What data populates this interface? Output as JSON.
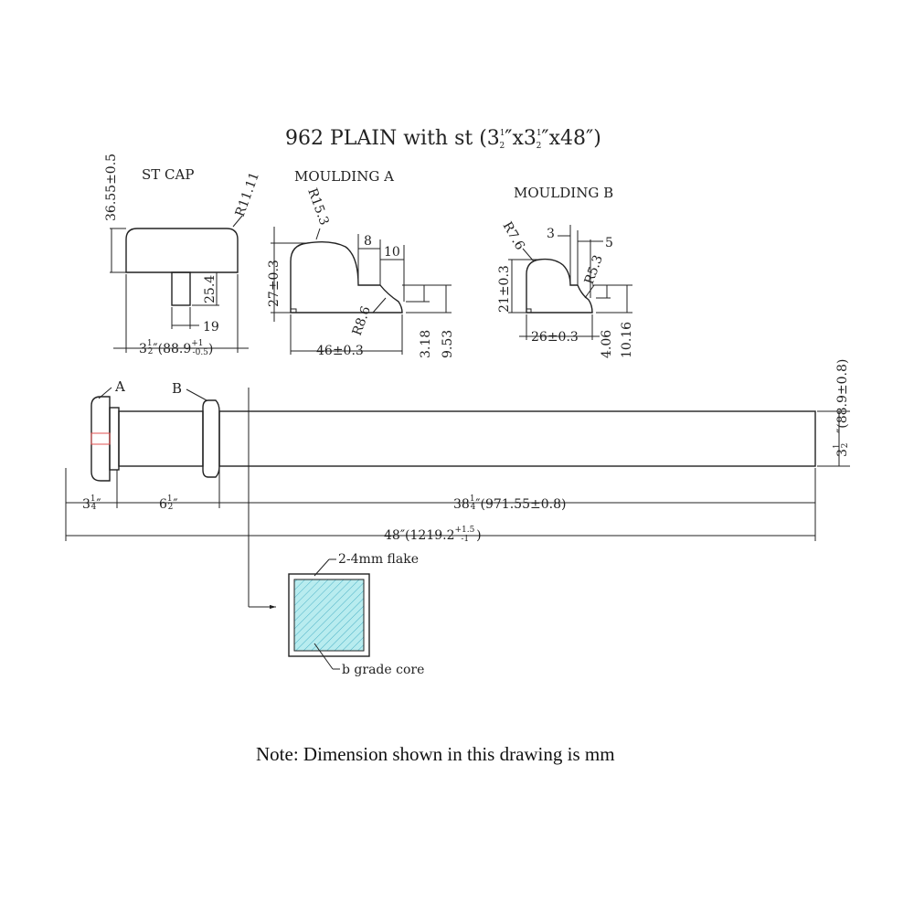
{
  "title": {
    "main": "962 PLAIN with st (3",
    "frac1": "1",
    "frac2": "2",
    "mid": "″x3",
    "end": "″x48″)"
  },
  "st_cap": {
    "label": "ST CAP",
    "height_dim": "36.55±0.5",
    "radius": "R11.11",
    "pin_height": "25.4",
    "pin_width": "19",
    "width_whole": "3",
    "width_frac_num": "1",
    "width_frac_den": "2",
    "width_mm": "″(88.9",
    "tol_plus": "+1",
    "tol_minus": "-0.5",
    "width_close": ")"
  },
  "moulding_a": {
    "label": "MOULDING A",
    "radius_top": "R15.3",
    "height": "27±0.3",
    "dim_8": "8",
    "dim_10": "10",
    "radius_cove": "R8.6",
    "width": "46±0.3",
    "dim_318": "3.18",
    "dim_953": "9.53"
  },
  "moulding_b": {
    "label": "MOULDING B",
    "radius_top": "R7.6",
    "dim_3": "3",
    "dim_5": "5",
    "radius_cove": "R5.3",
    "height": "21±0.3",
    "width": "26±0.3",
    "dim_406": "4.06",
    "dim_1016": "10.16"
  },
  "post": {
    "marker_a": "A",
    "marker_b": "B",
    "height_whole": "3",
    "height_frac": "1",
    "height_den": "2",
    "height_mm": "″(88.9±0.8)",
    "dim1_whole": "3",
    "dim1_num": "1",
    "dim1_den": "4",
    "dim1_unit": "″",
    "dim2_whole": "6",
    "dim2_num": "1",
    "dim2_den": "2",
    "dim2_unit": "″",
    "dim3_whole": "38",
    "dim3_num": "1",
    "dim3_den": "4",
    "dim3_rest": "″(971.55±0.8)",
    "total_main": "48″(1219.2",
    "total_plus": "+1.5",
    "total_minus": "-1",
    "total_close": ")"
  },
  "section": {
    "flake": "2-4mm flake",
    "core": "b grade core"
  },
  "note": "Note: Dimension shown in this drawing is mm",
  "colors": {
    "line": "#222222",
    "core_fill": "#b8ecef",
    "hatch": "#4fb3c7",
    "marker_red": "#e05050"
  }
}
